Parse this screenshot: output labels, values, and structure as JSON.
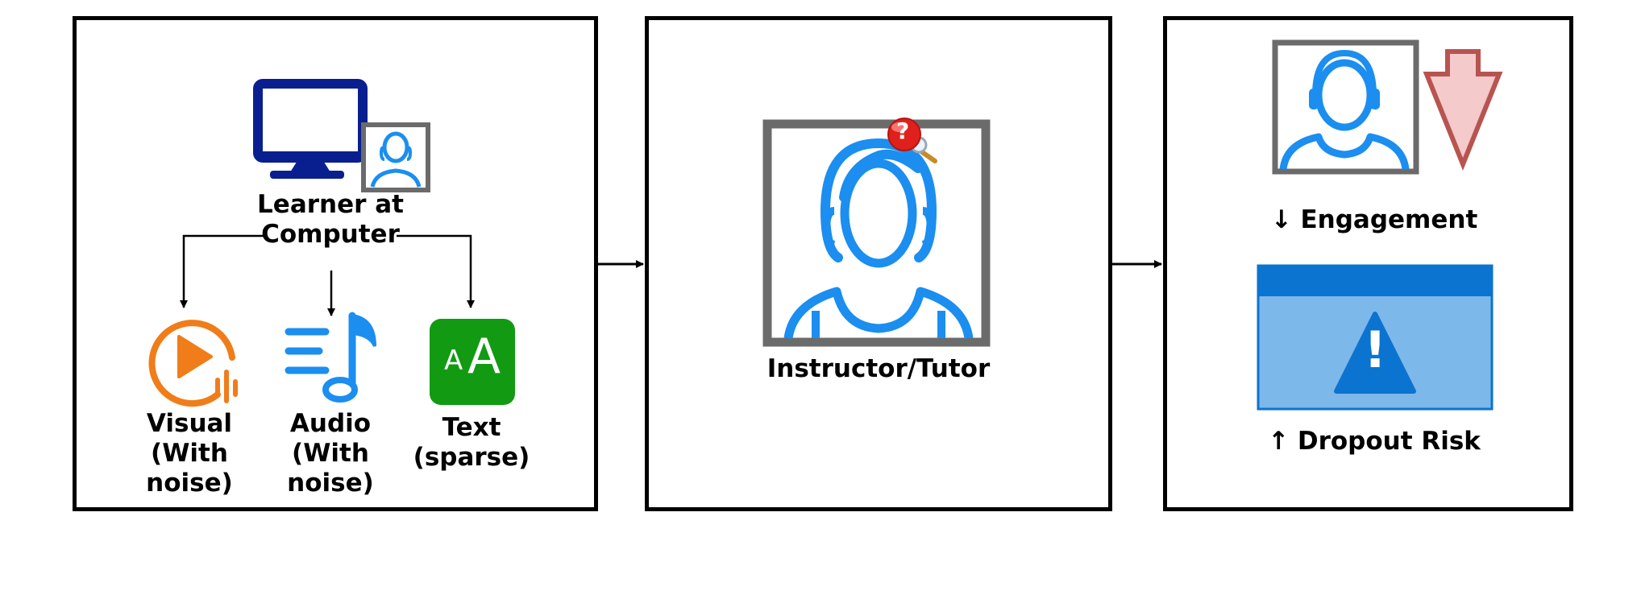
{
  "panels": {
    "learner": {
      "title": "Learner at Computer",
      "modalities": [
        {
          "label": "Visual (With noise)",
          "icon": "play-sound-icon",
          "color": "#f07d1a"
        },
        {
          "label": "Audio (With noise)",
          "icon": "music-note-icon",
          "color": "#1b8ef0"
        },
        {
          "label": "Text (sparse)",
          "icon": "text-size-icon",
          "color": "#129b12",
          "glyph_small": "A",
          "glyph_large": "A"
        }
      ]
    },
    "instructor": {
      "label": "Instructor/Tutor",
      "question_glyph": "?"
    },
    "outcome": {
      "engagement_label": "↓ Engagement",
      "dropout_label": "↑ Dropout Risk",
      "warning_glyph": "!"
    }
  },
  "colors": {
    "monitor": "#0a1f8f",
    "person": "#1b8ef0",
    "frame": "#6b6b6b",
    "arrow_down": "#f4caca",
    "arrow_down_stroke": "#b85450",
    "warning_header": "#0b73d0",
    "warning_body": "#7db8ea",
    "warning_triangle": "#0b73d0",
    "question_badge": "#e0201b"
  }
}
